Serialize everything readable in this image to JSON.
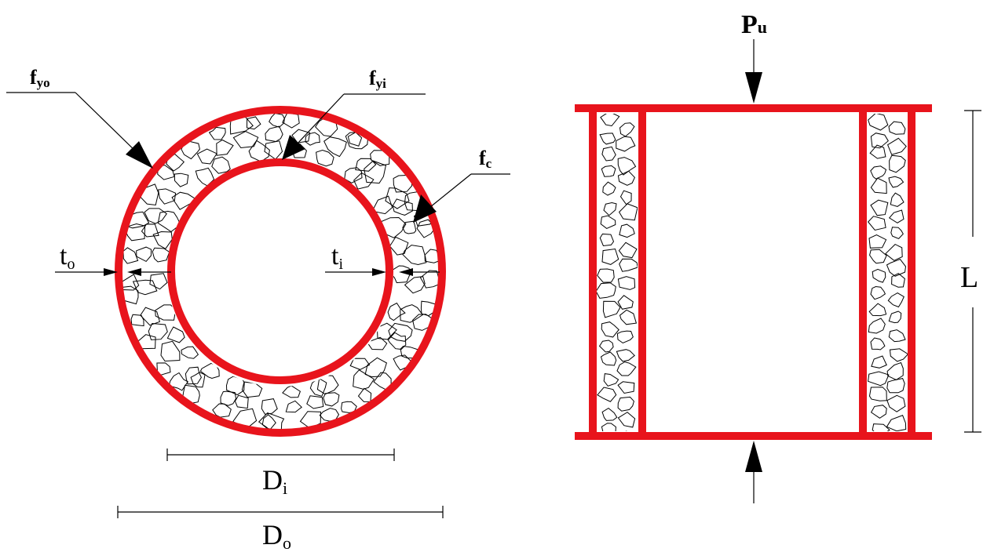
{
  "colors": {
    "steel": "#e8141c",
    "line": "#000000",
    "background": "#ffffff"
  },
  "labels": {
    "fyo": {
      "main": "f",
      "sub": "yo"
    },
    "fyi": {
      "main": "f",
      "sub": "yi"
    },
    "fc": {
      "main": "f",
      "sub": "c"
    },
    "to": {
      "main": "t",
      "sub": "o"
    },
    "ti": {
      "main": "t",
      "sub": "i"
    },
    "Di": {
      "main": "D",
      "sub": "i"
    },
    "Do": {
      "main": "D",
      "sub": "o"
    },
    "Pu": {
      "main": "P",
      "sub": "u"
    },
    "L": "L"
  },
  "icons": {
    "arrow": "filled-triangle-arrowhead"
  }
}
